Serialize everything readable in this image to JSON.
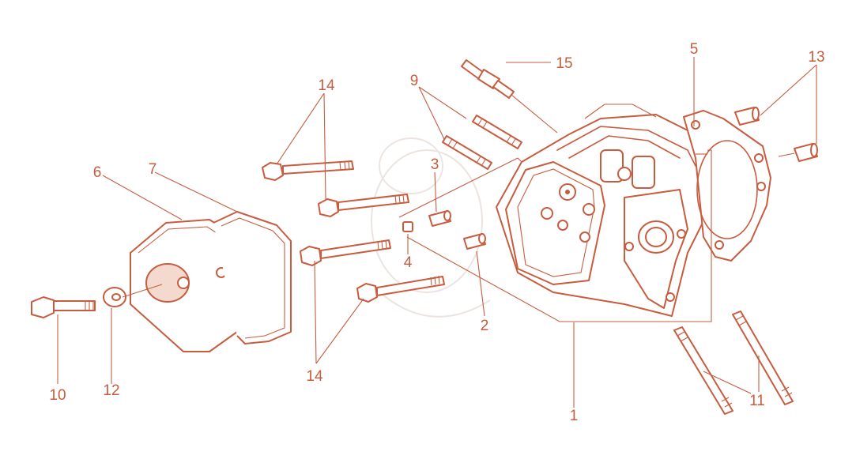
{
  "callouts": {
    "c1": "1",
    "c2": "2",
    "c3": "3",
    "c4": "4",
    "c5": "5",
    "c6": "6",
    "c7": "7",
    "c9": "9",
    "c10": "10",
    "c11": "11",
    "c12": "12",
    "c13": "13",
    "c14a": "14",
    "c14b": "14",
    "c15": "15"
  },
  "colors": {
    "line": "#c75c3f",
    "background": "#ffffff"
  }
}
